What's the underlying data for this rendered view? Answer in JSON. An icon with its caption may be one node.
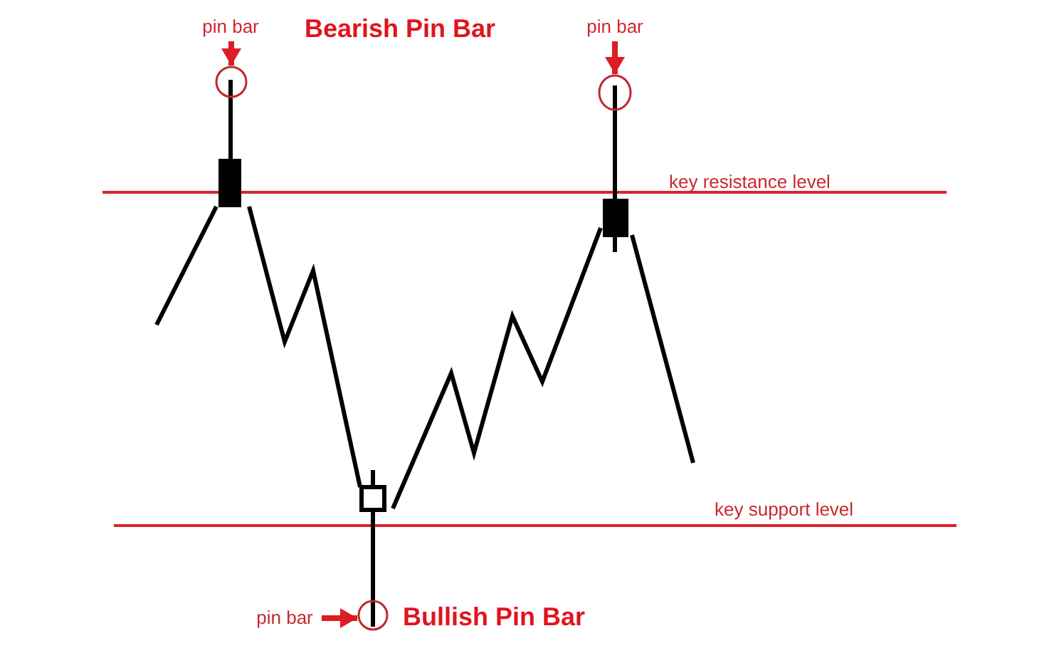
{
  "diagram": {
    "nodes": [
      {
        "text": [
          "pin bar"
        ]
      },
      {
        "text": [],
        "shape": "circle"
      },
      {
        "text": [
          "pin bar"
        ]
      },
      {
        "text": [],
        "shape": "circle"
      },
      {
        "text": [
          "pin bar"
        ]
      },
      {
        "text": [],
        "shape": "circle"
      }
    ],
    "edges": [
      {
        "from": 0,
        "to": 1,
        "arrow": "to"
      },
      {
        "from": 2,
        "to": 3,
        "arrow": "to"
      },
      {
        "from": 4,
        "to": 5,
        "arrow": "to"
      }
    ],
    "labels": [
      "Bearish Pin Bar",
      "key resistance level",
      "key support level",
      "Bullish Pin Bar"
    ]
  }
}
